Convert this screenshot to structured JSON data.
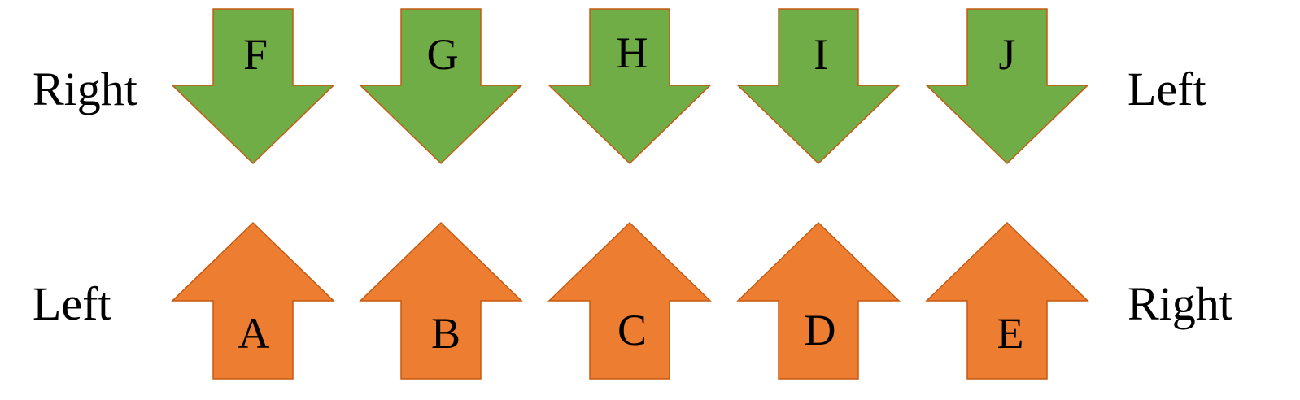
{
  "colors": {
    "top_fill": "#70AD47",
    "bottom_fill": "#ED7D31",
    "outline": "#C55A11"
  },
  "top_row": {
    "left_label": "Right",
    "right_label": "Left",
    "direction": "down",
    "arrows": [
      {
        "letter": "F"
      },
      {
        "letter": "G"
      },
      {
        "letter": "H"
      },
      {
        "letter": "I"
      },
      {
        "letter": "J"
      }
    ]
  },
  "bottom_row": {
    "left_label": "Left",
    "right_label": "Right",
    "direction": "up",
    "arrows": [
      {
        "letter": "A"
      },
      {
        "letter": "B"
      },
      {
        "letter": "C"
      },
      {
        "letter": "D"
      },
      {
        "letter": "E"
      }
    ]
  }
}
